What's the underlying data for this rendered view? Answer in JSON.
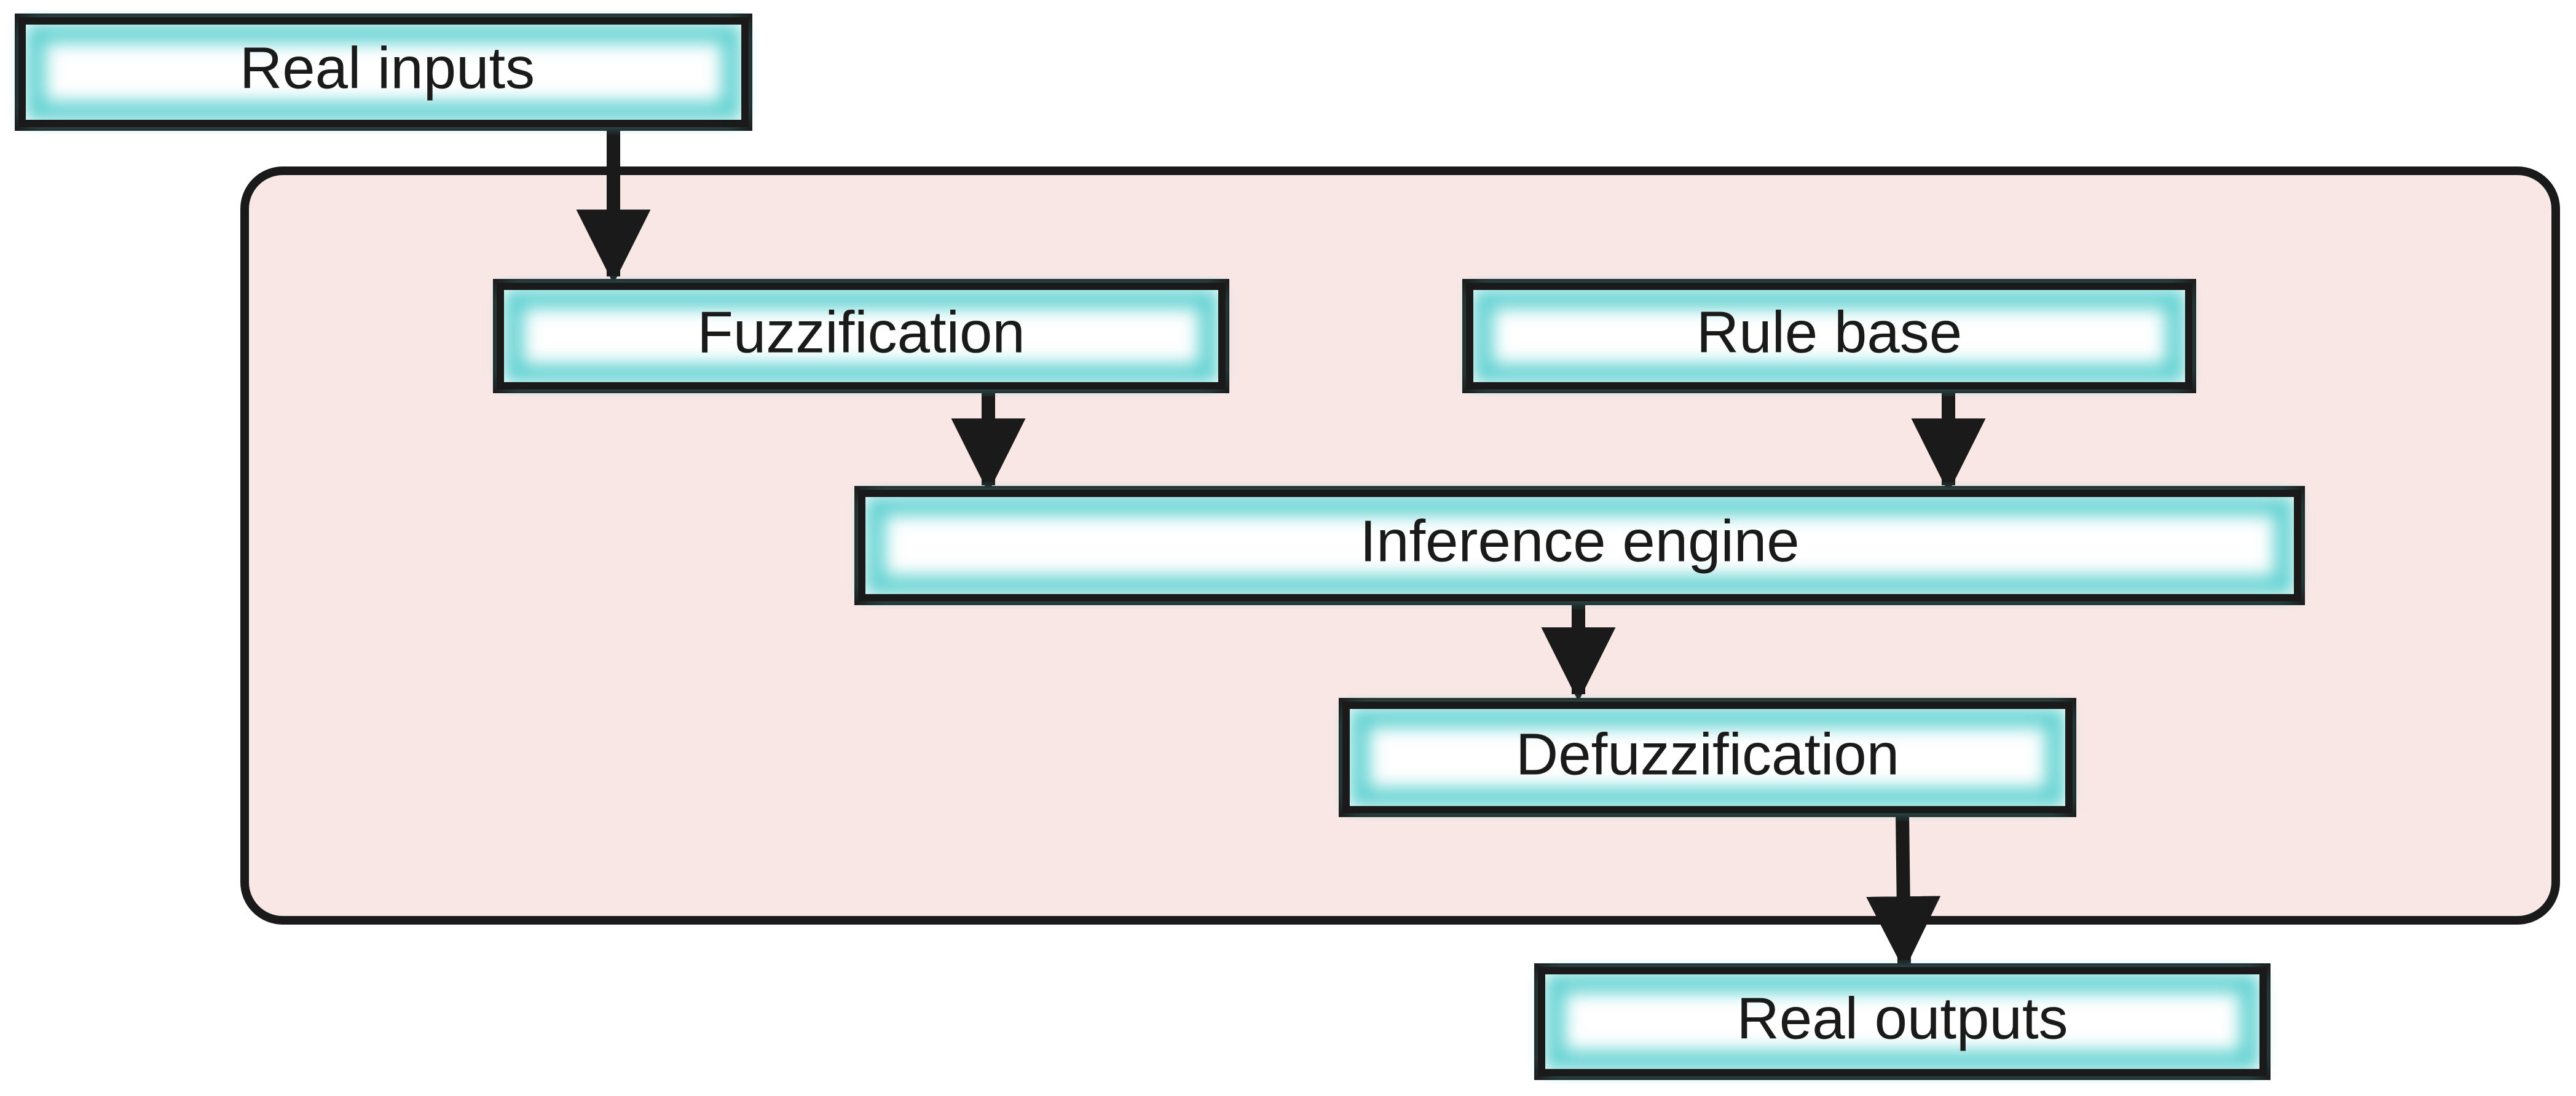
{
  "diagram": {
    "nodes": {
      "real_inputs": "Real inputs",
      "fuzzification": "Fuzzification",
      "rule_base": "Rule base",
      "inference_engine": "Inference engine",
      "defuzzification": "Defuzzification",
      "real_outputs": "Real outputs"
    },
    "edges": [
      {
        "from": "real_inputs",
        "to": "fuzzification"
      },
      {
        "from": "fuzzification",
        "to": "inference_engine"
      },
      {
        "from": "rule_base",
        "to": "inference_engine"
      },
      {
        "from": "inference_engine",
        "to": "defuzzification"
      },
      {
        "from": "defuzzification",
        "to": "real_outputs"
      }
    ],
    "colors": {
      "container_fill": "#f9e7e6",
      "node_border": "#1a1a1a",
      "node_glow": "#5fd0d0",
      "node_fill": "#ffffff",
      "arrow": "#1a1a1a"
    }
  }
}
